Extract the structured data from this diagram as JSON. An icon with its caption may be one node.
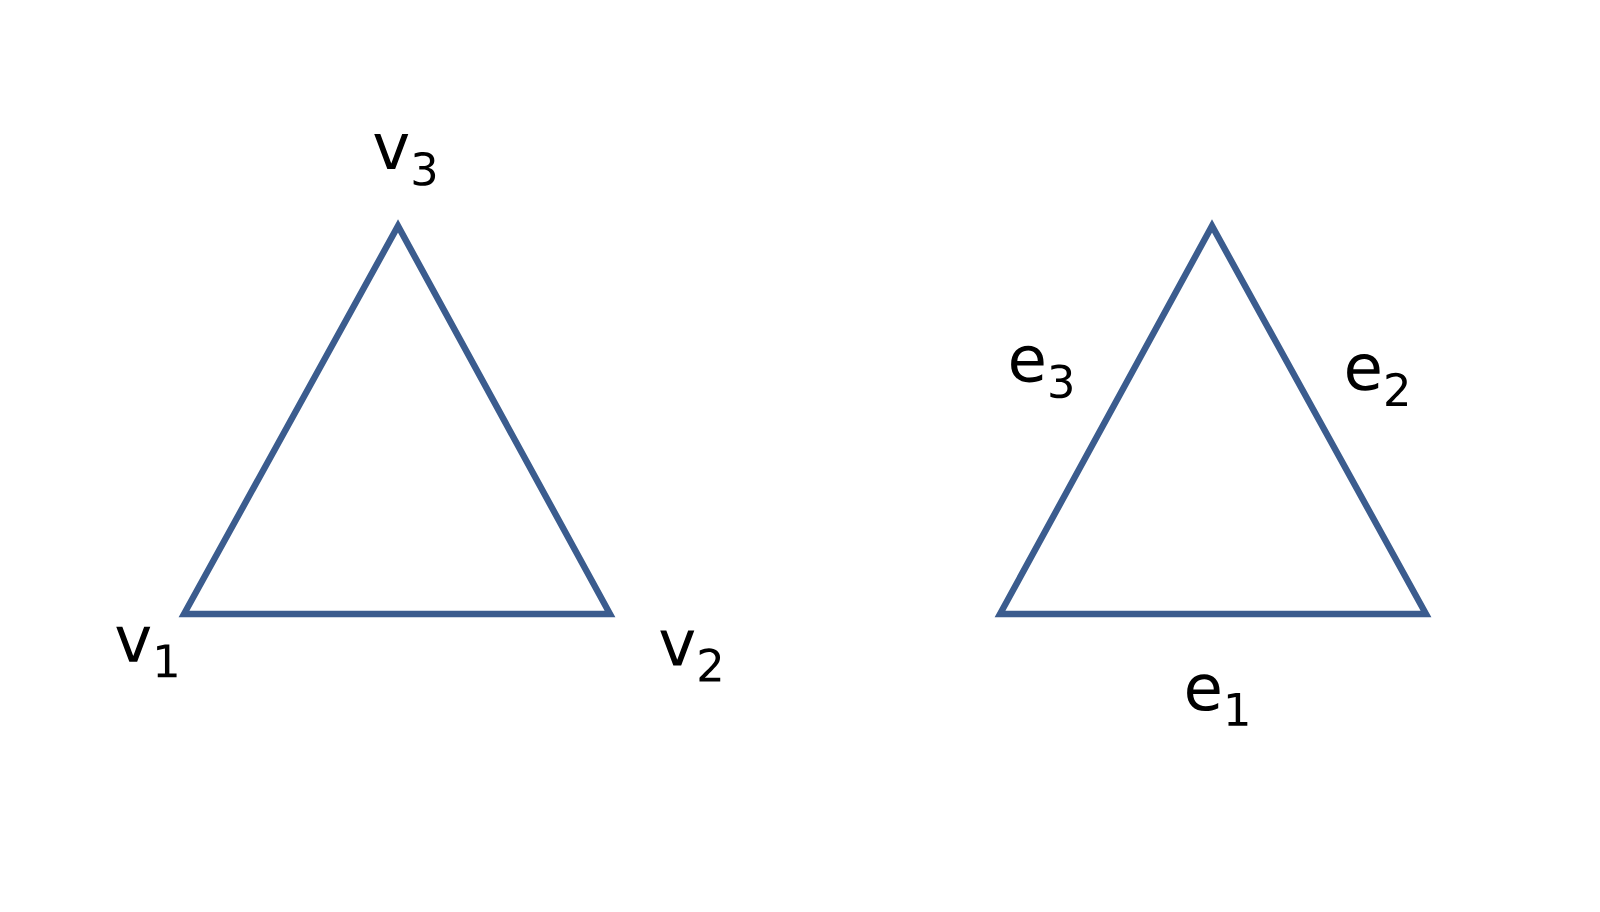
{
  "diagram": {
    "nodes": [
      {
        "text": [],
        "shape": "triangle"
      },
      {
        "text": [],
        "shape": "triangle"
      }
    ],
    "labels": [
      "v$_{3}$",
      "e$_{3}$",
      "e$_{2}$",
      "v$_{1}$",
      "v$_{2}$",
      "e$_{1}$"
    ]
  }
}
